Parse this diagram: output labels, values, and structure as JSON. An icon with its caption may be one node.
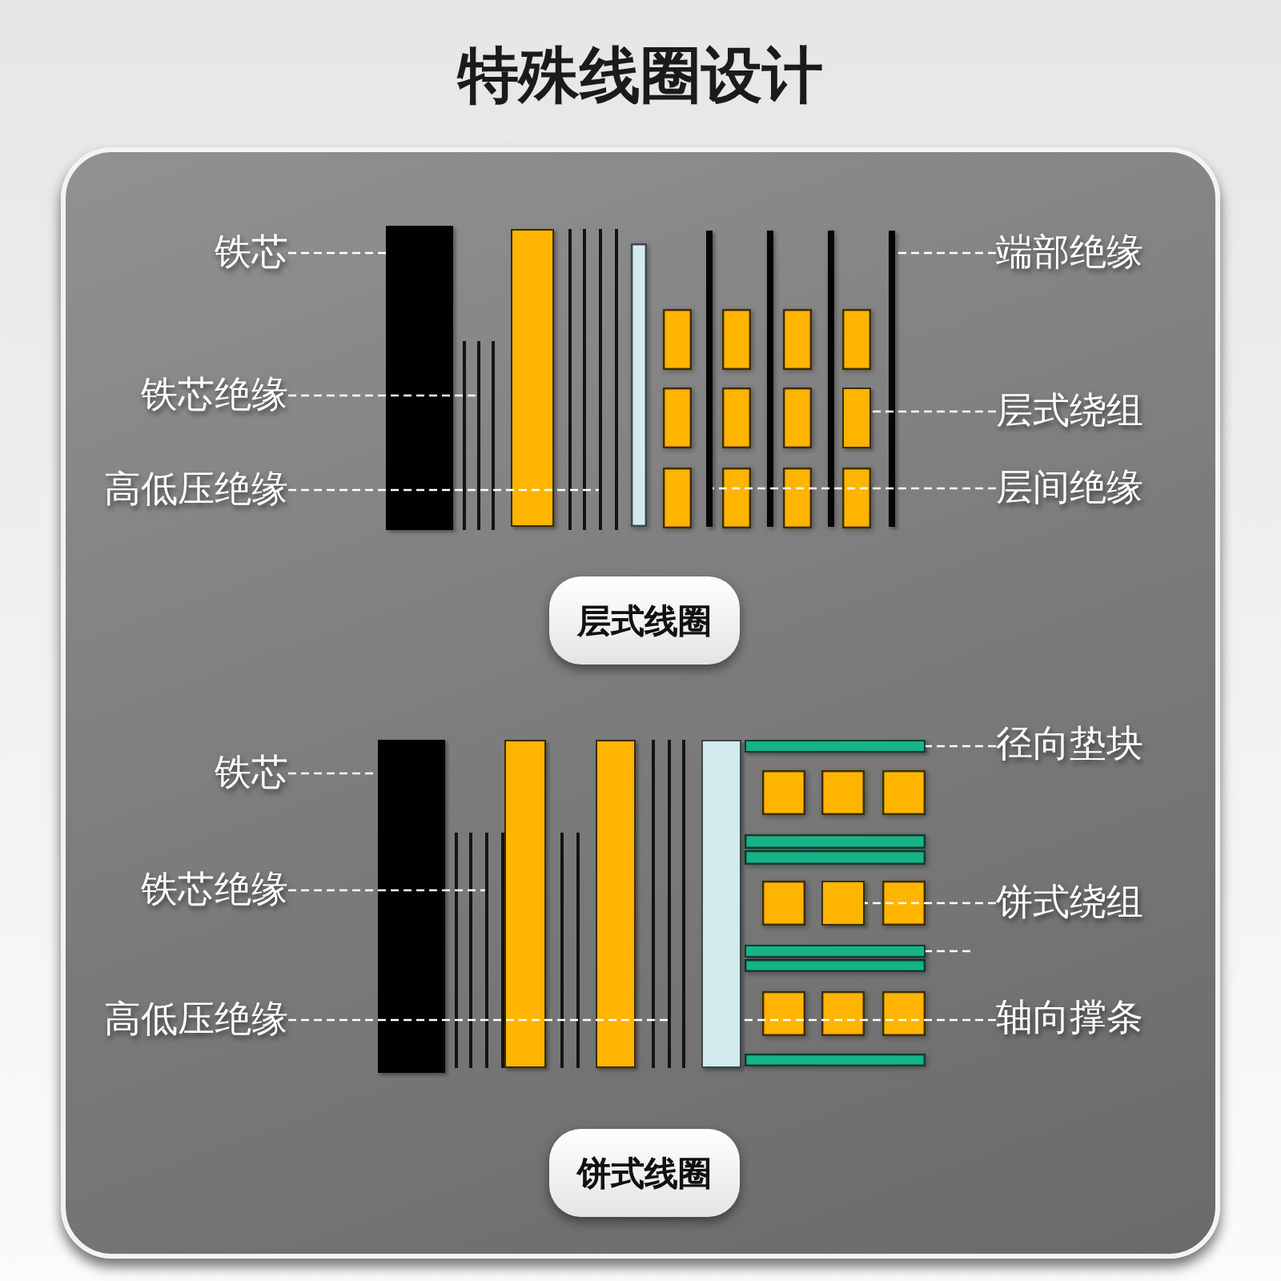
{
  "diagram": {
    "title": "特殊线圈设计",
    "nodes": [
      {
        "text": [
          "铁芯"
        ]
      },
      {
        "text": [
          "铁芯绝缘"
        ]
      },
      {
        "text": [
          "高低压绝缘"
        ]
      },
      {
        "text": [],
        "shape": "bar"
      },
      {
        "text": [],
        "shape": "bar"
      },
      {
        "text": [],
        "shape": "bar"
      },
      {
        "text": [],
        "shape": "bar"
      },
      {
        "text": [],
        "shape": "bar"
      },
      {
        "text": [],
        "shape": "box"
      },
      {
        "text": [],
        "shape": "bar"
      },
      {
        "text": [
          "端部绝缘"
        ]
      },
      {
        "text": [
          "层式绕组"
        ]
      },
      {
        "text": [
          "层间绝缘"
        ]
      },
      {
        "text": [
          "层式线圈"
        ]
      },
      {
        "text": [
          "铁芯"
        ]
      },
      {
        "text": [
          "铁芯绝缘"
        ]
      },
      {
        "text": [
          "高低压绝缘"
        ]
      },
      {
        "text": [],
        "shape": "bar"
      },
      {
        "text": [],
        "shape": "bar"
      },
      {
        "text": [],
        "shape": "bar"
      },
      {
        "text": [],
        "shape": "bar"
      },
      {
        "text": [],
        "shape": "bar"
      },
      {
        "text": [],
        "shape": "bar"
      },
      {
        "text": [],
        "shape": "bar"
      },
      {
        "text": [],
        "shape": "box"
      },
      {
        "text": [],
        "shape": "bar"
      },
      {
        "text": [
          "径向垫块"
        ]
      },
      {
        "text": [
          "饼式绕组"
        ]
      },
      {
        "text": [
          "轴向撑条"
        ]
      },
      {
        "text": [
          "饼式线圈"
        ]
      }
    ],
    "edges": [
      {
        "from": 0,
        "to": 3,
        "arrow": "none",
        "style": "dashed"
      },
      {
        "from": 1,
        "to": 4,
        "arrow": "none",
        "style": "dashed"
      },
      {
        "from": 2,
        "to": 6,
        "arrow": "none",
        "style": "dashed"
      },
      {
        "from": 10,
        "to": 9,
        "arrow": "none",
        "style": "dashed"
      },
      {
        "from": 11,
        "to": 8,
        "arrow": "none",
        "style": "dashed"
      },
      {
        "from": 12,
        "to": 7,
        "arrow": "none",
        "style": "dashed"
      },
      {
        "from": 14,
        "to": 17,
        "arrow": "none",
        "style": "dashed"
      },
      {
        "from": 15,
        "to": 18,
        "arrow": "none",
        "style": "dashed"
      },
      {
        "from": 16,
        "to": 21,
        "arrow": "none",
        "style": "dashed"
      },
      {
        "from": 26,
        "to": 23,
        "arrow": "none",
        "style": "dashed"
      },
      {
        "from": 27,
        "to": 24,
        "arrow": "none",
        "style": "dashed"
      },
      {
        "from": null,
        "to": 25,
        "arrow": "none",
        "style": "dashed"
      },
      {
        "from": 28,
        "to": 22,
        "arrow": "none",
        "style": "dashed"
      }
    ]
  }
}
